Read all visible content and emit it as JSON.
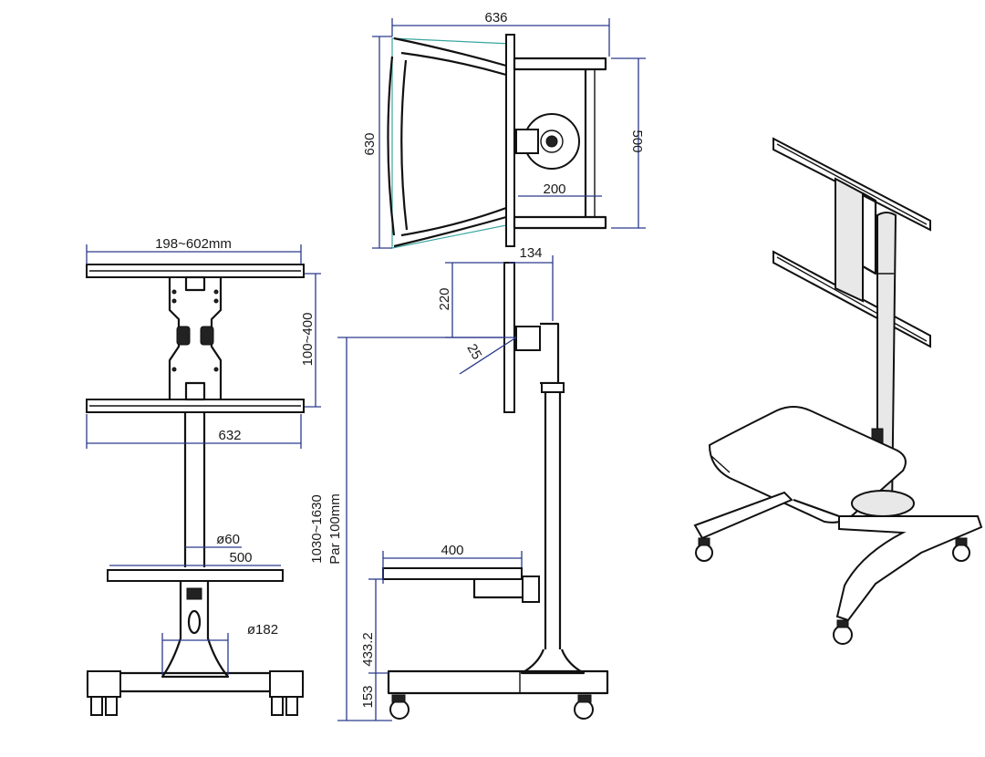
{
  "diagram": {
    "dimensions": {
      "top_width": "636",
      "top_depth_left": "630",
      "top_depth_right": "500",
      "top_inner": "200",
      "side_offset": "134",
      "side_tilt_height": "220",
      "side_tilt_angle": "25",
      "front_vesa_width": "198~602mm",
      "front_vesa_height": "100~400",
      "front_frame_width": "632",
      "pole_diameter": "ø60",
      "shelf_width": "500",
      "base_diameter": "ø182",
      "height_range": "1030~1630",
      "height_step": "Par 100mm",
      "side_shelf_depth": "400",
      "shelf_height": "433.2",
      "base_height": "153"
    }
  }
}
